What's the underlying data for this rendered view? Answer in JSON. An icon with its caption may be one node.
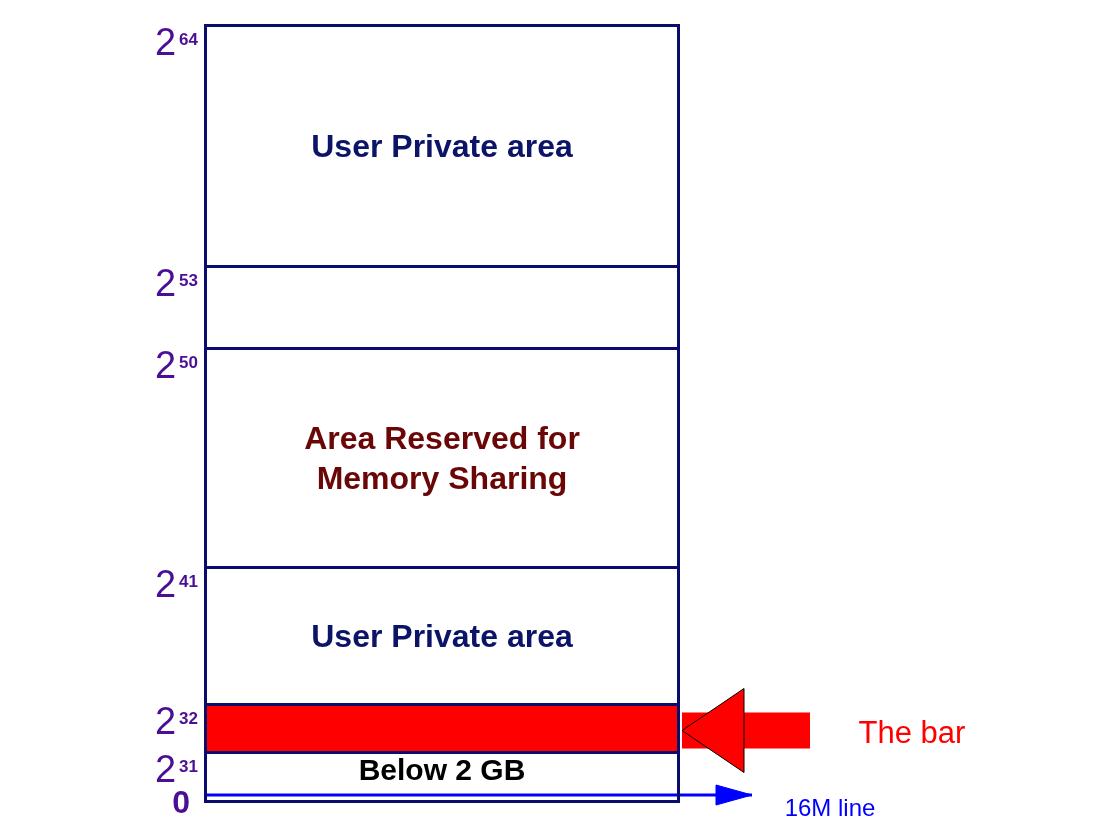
{
  "diagram": {
    "nodes": [
      {
        "text": [
          "User Private area"
        ]
      },
      {
        "text": [],
        "shape": "box"
      },
      {
        "text": [
          "Area Reserved for Memory Sharing"
        ]
      },
      {
        "text": [
          "User Private area"
        ]
      },
      {
        "text": [],
        "shape": "bar"
      },
      {
        "text": [
          "Below 2 GB"
        ]
      },
      {
        "text": [
          "The bar"
        ]
      },
      {
        "text": [
          "16M line"
        ]
      }
    ],
    "edges": [
      {
        "from": 6,
        "to": 4,
        "arrow": "to",
        "style": "thick",
        "color": "#ff0000"
      },
      {
        "from": 5,
        "to": 7,
        "arrow": "to",
        "color": "#0000ff"
      }
    ],
    "labels": [
      "2$^{64}$",
      "2$^{53}$",
      "2$^{50}$",
      "2$^{41}$",
      "2$^{32}$",
      "2$^{31}$",
      "0"
    ]
  }
}
